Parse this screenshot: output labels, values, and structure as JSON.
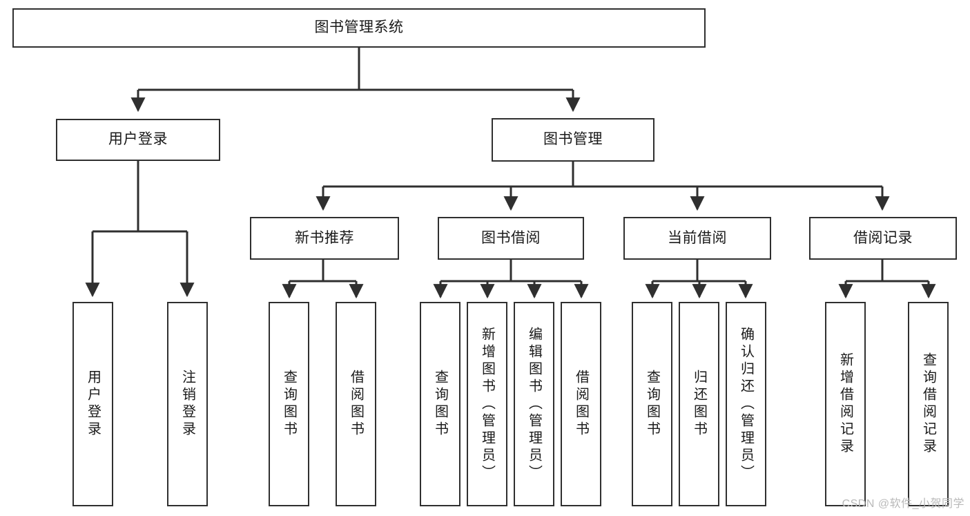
{
  "diagram": {
    "type": "tree-hierarchy-chart",
    "title": "图书管理系统",
    "orientation": "top-down",
    "colors": {
      "box_border": "#2f2f2f",
      "box_fill": "#ffffff",
      "connector": "#2f2f2f",
      "text": "#1a1a1a",
      "watermark": "#b9b9b9",
      "background": "#ffffff"
    }
  },
  "nodes": {
    "root": {
      "label": "图书管理系统",
      "level": 0,
      "orientation": "horizontal"
    },
    "level1": [
      {
        "id": "user-login",
        "label": "用户登录",
        "orientation": "horizontal"
      },
      {
        "id": "book-management",
        "label": "图书管理",
        "orientation": "horizontal"
      }
    ],
    "level2": [
      {
        "id": "new-book-recommend",
        "label": "新书推荐",
        "orientation": "horizontal",
        "parent": "book-management"
      },
      {
        "id": "book-borrow",
        "label": "图书借阅",
        "orientation": "horizontal",
        "parent": "book-management"
      },
      {
        "id": "current-borrow",
        "label": "当前借阅",
        "orientation": "horizontal",
        "parent": "book-management"
      },
      {
        "id": "borrow-record",
        "label": "借阅记录",
        "orientation": "horizontal",
        "parent": "book-management"
      }
    ],
    "leaves": [
      {
        "id": "leaf-user-login",
        "label": "用户登录",
        "parent": "user-login",
        "orientation": "vertical"
      },
      {
        "id": "leaf-user-logout",
        "label": "注销登录",
        "parent": "user-login",
        "orientation": "vertical"
      },
      {
        "id": "leaf-query-book-1",
        "label": "查询图书",
        "parent": "new-book-recommend",
        "orientation": "vertical"
      },
      {
        "id": "leaf-borrow-book-1",
        "label": "借阅图书",
        "parent": "new-book-recommend",
        "orientation": "vertical"
      },
      {
        "id": "leaf-query-book-2",
        "label": "查询图书",
        "parent": "book-borrow",
        "orientation": "vertical"
      },
      {
        "id": "leaf-add-book",
        "label": "新增图书（管理员）",
        "parent": "book-borrow",
        "orientation": "vertical"
      },
      {
        "id": "leaf-edit-book",
        "label": "编辑图书（管理员）",
        "parent": "book-borrow",
        "orientation": "vertical"
      },
      {
        "id": "leaf-borrow-book-2",
        "label": "借阅图书",
        "parent": "book-borrow",
        "orientation": "vertical"
      },
      {
        "id": "leaf-query-book-3",
        "label": "查询图书",
        "parent": "current-borrow",
        "orientation": "vertical"
      },
      {
        "id": "leaf-return-book",
        "label": "归还图书",
        "parent": "current-borrow",
        "orientation": "vertical"
      },
      {
        "id": "leaf-confirm-return",
        "label": "确认归还（管理员）",
        "parent": "current-borrow",
        "orientation": "vertical"
      },
      {
        "id": "leaf-add-record",
        "label": "新增借阅记录",
        "parent": "borrow-record",
        "orientation": "vertical"
      },
      {
        "id": "leaf-query-record",
        "label": "查询借阅记录",
        "parent": "borrow-record",
        "orientation": "vertical"
      }
    ]
  },
  "watermark": {
    "text": "CSDN @软件_小贺同学"
  }
}
